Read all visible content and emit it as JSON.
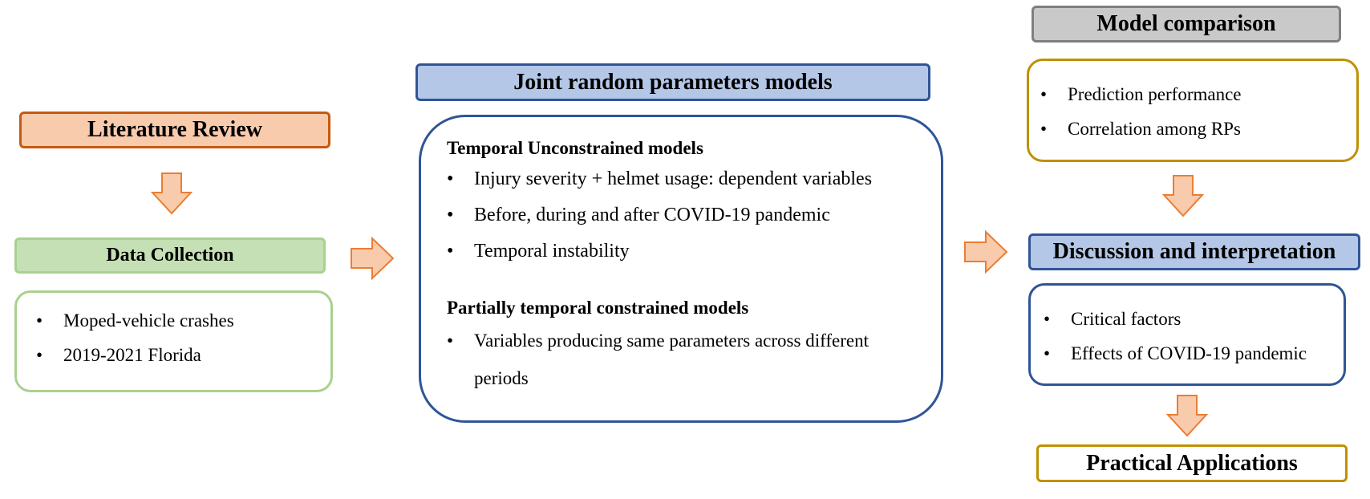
{
  "literature": {
    "title": "Literature Review"
  },
  "data_collection": {
    "title": "Data Collection",
    "items": [
      "Moped-vehicle crashes",
      "2019-2021 Florida"
    ]
  },
  "joint_models": {
    "title": "Joint random parameters models",
    "unconstrained_title": "Temporal Unconstrained models",
    "unconstrained_items": [
      "Injury severity + helmet usage: dependent variables",
      "Before, during and after COVID-19 pandemic",
      "Temporal instability"
    ],
    "constrained_title": "Partially temporal constrained models",
    "constrained_items": [
      "Variables producing same parameters across different periods"
    ]
  },
  "model_comparison": {
    "title": "Model comparison",
    "items": [
      "Prediction performance",
      "Correlation among RPs"
    ]
  },
  "discussion": {
    "title": "Discussion and interpretation",
    "items": [
      "Critical factors",
      "Effects of COVID-19 pandemic"
    ]
  },
  "practical": {
    "title": "Practical Applications"
  },
  "colors": {
    "orange_fill": "#f8cbad",
    "orange_border": "#c55a11",
    "green_fill": "#c5e0b4",
    "green_border": "#a9d18e",
    "blue_fill": "#b4c7e7",
    "blue_border": "#2f5597",
    "gray_fill": "#c9c9c9",
    "gray_border": "#7f7f7f",
    "gold_border": "#bf9000",
    "arrow_fill": "#f8cbad",
    "arrow_stroke": "#ed7d31"
  }
}
